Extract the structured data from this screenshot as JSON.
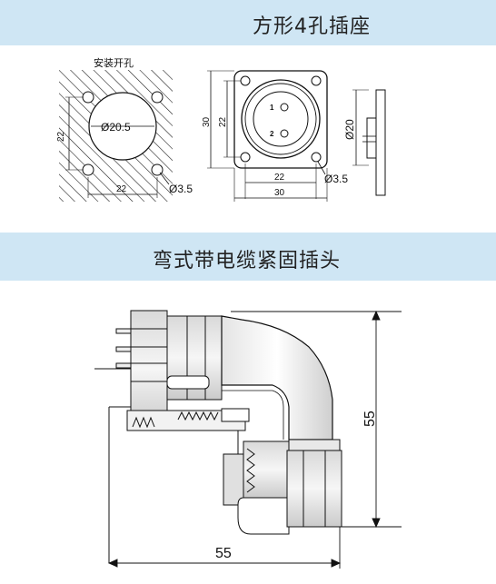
{
  "section1": {
    "title": "方形4孔插座",
    "mounting_hole": {
      "label": "安装开孔",
      "dim_center_dia": "Ø20.5",
      "dim_vertical": "22",
      "dim_horizontal": "22",
      "dim_hole": "Ø3.5"
    },
    "socket_front": {
      "dim_outer_height": "30",
      "dim_inner_height": "22",
      "dim_inner_width": "22",
      "dim_outer_width": "30",
      "dim_hole": "Ø3.5",
      "pin_1": "1",
      "pin_2": "2"
    },
    "socket_side": {
      "dim_dia": "Ø20"
    }
  },
  "section2": {
    "title": "弯式带电缆紧固插头",
    "dim_height": "55",
    "dim_width": "55"
  },
  "colors": {
    "band": "#cfe6f4",
    "line": "#111111"
  }
}
